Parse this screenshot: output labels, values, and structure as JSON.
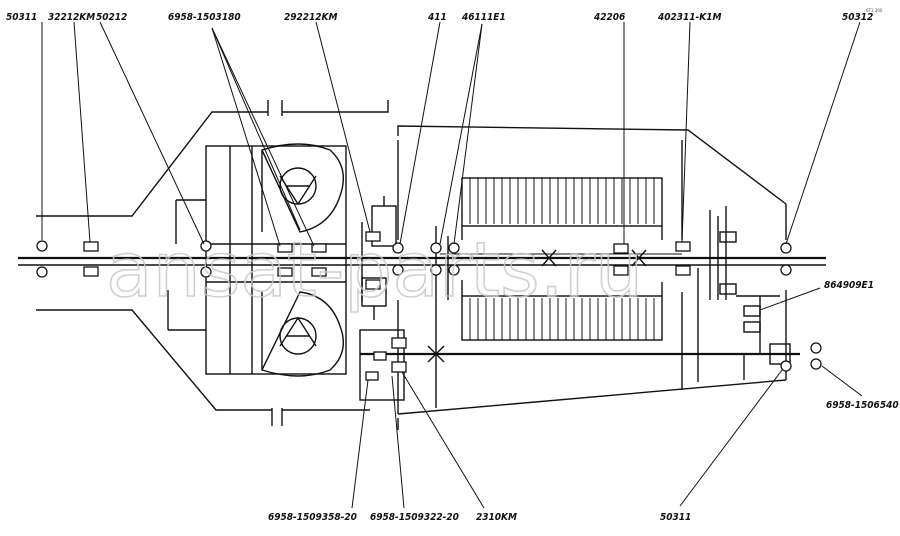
{
  "corner_code": "6T1 300",
  "watermark": "ansat-parts.ru",
  "labels": {
    "l_50311_top": "50311",
    "l_32212km": "32212KM",
    "l_50212": "50212",
    "l_6958_1503180": "6958-1503180",
    "l_292212km": "292212KM",
    "l_411": "411",
    "l_46111e1": "46111E1",
    "l_42206": "42206",
    "l_402311_k1m": "402311-K1M",
    "l_50312": "50312",
    "l_864909e1": "864909E1",
    "l_6958_1506540": "6958-1506540",
    "l_6958_1509358_20": "6958-1509358-20",
    "l_6958_1509322_20": "6958-1509322-20",
    "l_2310km": "2310KM",
    "l_50311_bottom": "50311"
  }
}
